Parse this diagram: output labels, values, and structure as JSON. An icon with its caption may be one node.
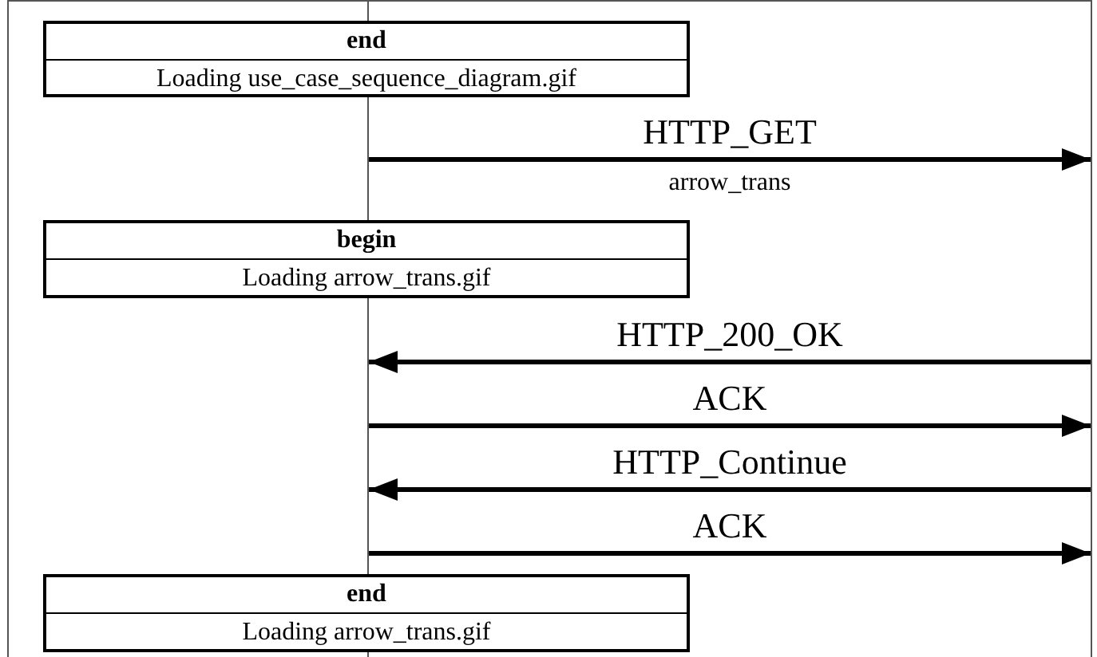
{
  "diagram": {
    "nodes": [
      {
        "text": [
          "end",
          "Loading use_case_sequence_diagram.gif"
        ]
      },
      {
        "text": [
          "begin",
          "Loading arrow_trans.gif"
        ]
      },
      {
        "text": [
          "end",
          "Loading arrow_trans.gif"
        ]
      },
      {
        "text": [],
        "shape": "bar"
      },
      {
        "text": [],
        "shape": "bar"
      }
    ],
    "edges": [
      {
        "from": 3,
        "to": 4,
        "arrow": "to",
        "label": "HTTP_GET"
      },
      {
        "from": 4,
        "to": 3,
        "arrow": "to",
        "label": "HTTP_200_OK"
      },
      {
        "from": 3,
        "to": 4,
        "arrow": "to",
        "label": "ACK"
      },
      {
        "from": 4,
        "to": 3,
        "arrow": "to",
        "label": "HTTP_Continue"
      },
      {
        "from": 3,
        "to": 4,
        "arrow": "to",
        "label": "ACK"
      }
    ],
    "labels": [
      "arrow_trans"
    ]
  }
}
